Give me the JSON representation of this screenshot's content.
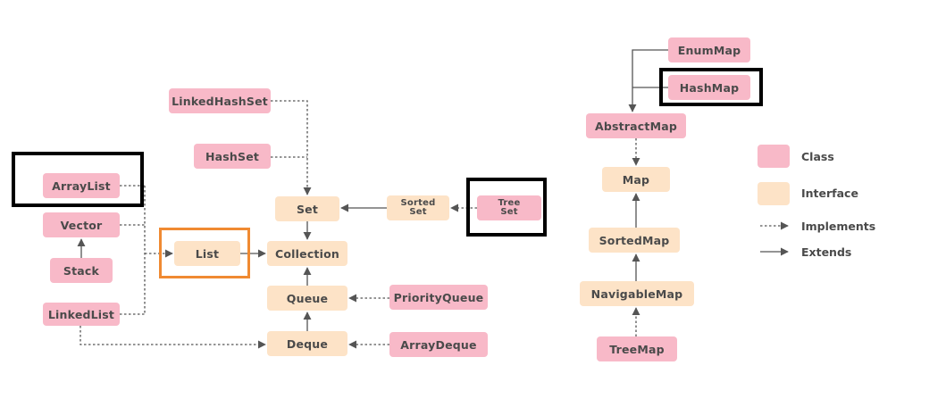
{
  "colors": {
    "class": "#f8b9c8",
    "interface": "#fde3c7",
    "line": "#555555",
    "highlight_black": "#000000",
    "highlight_orange": "#f08a32"
  },
  "nodes": {
    "linkedhashset": "LinkedHashSet",
    "hashset": "HashSet",
    "arraylist": "ArrayList",
    "vector": "Vector",
    "stack": "Stack",
    "linkedlist": "LinkedList",
    "list": "List",
    "set": "Set",
    "collection": "Collection",
    "queue": "Queue",
    "deque": "Deque",
    "sortedset": "Sorted\nSet",
    "treeset": "Tree\nSet",
    "priorityqueue": "PriorityQueue",
    "arraydeque": "ArrayDeque",
    "enummap": "EnumMap",
    "hashmap": "HashMap",
    "abstractmap": "AbstractMap",
    "map": "Map",
    "sortedmap": "SortedMap",
    "navigablemap": "NavigableMap",
    "treemap": "TreeMap"
  },
  "legend": {
    "class": "Class",
    "interface": "Interface",
    "implements": "Implements",
    "extends": "Extends"
  }
}
